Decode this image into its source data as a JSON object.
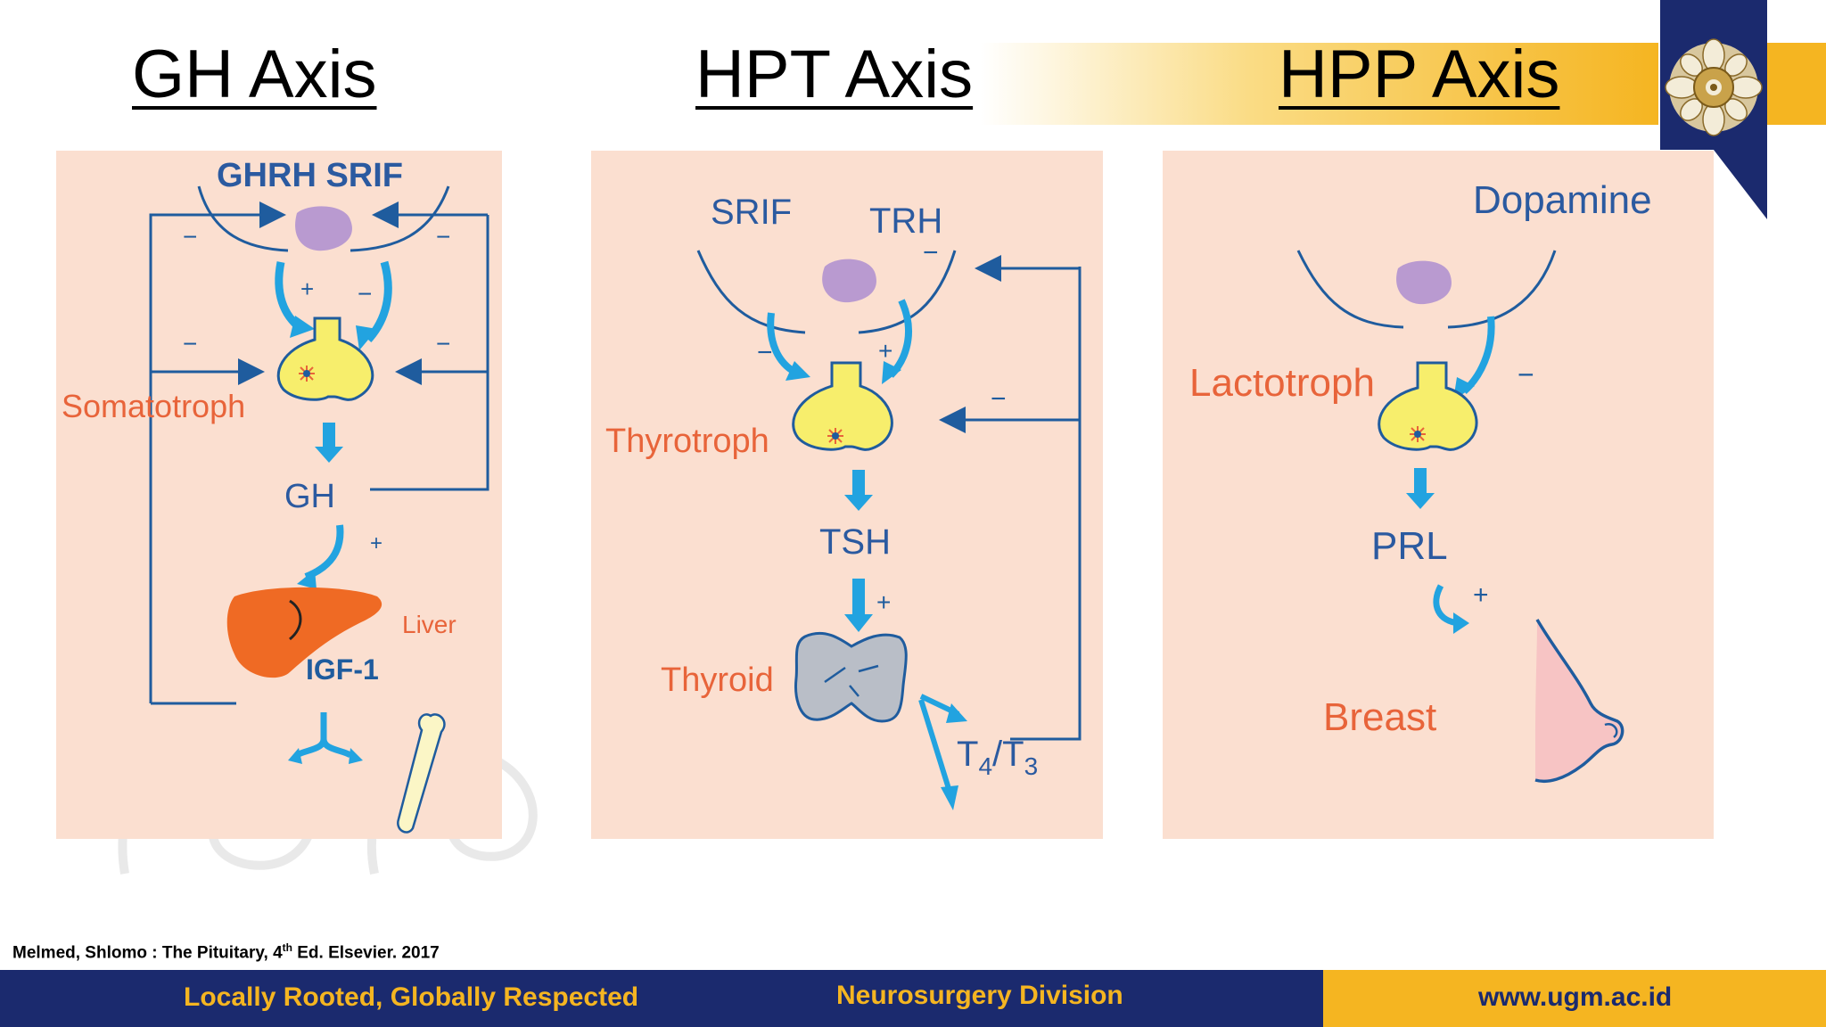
{
  "titles": {
    "gh": "GH Axis",
    "hpt": "HPT Axis",
    "hpp": "HPP Axis"
  },
  "gh_panel": {
    "hormones_top": "GHRH SRIF",
    "cell": "Somatotroph",
    "hormone": "GH",
    "organ": "Liver",
    "factor": "IGF-1",
    "plus": "+",
    "minus": "−"
  },
  "hpt_panel": {
    "inhibitor": "SRIF",
    "releaser": "TRH",
    "cell": "Thyrotroph",
    "hormone": "TSH",
    "organ": "Thyroid",
    "product_base_1": "T",
    "product_sub_1": "4",
    "product_sep": "/T",
    "product_sub_2": "3",
    "plus": "+",
    "minus": "−"
  },
  "hpp_panel": {
    "inhibitor": "Dopamine",
    "cell": "Lactotroph",
    "hormone": "PRL",
    "organ": "Breast",
    "plus": "+",
    "minus": "−"
  },
  "citation": {
    "text": "Melmed, Shlomo : The Pituitary, 4",
    "sup": "th",
    "rest": " Ed. Elsevier. 2017"
  },
  "footer": {
    "slogan": "Locally Rooted, Globally Respected",
    "division": "Neurosurgery Division",
    "website": "www.ugm.ac.id"
  },
  "colors": {
    "panel_bg": "#fbdfd0",
    "navy": "#1b2a6e",
    "gold": "#f5b521",
    "orange_label": "#e8643a",
    "blue_label": "#2b5aa0",
    "arrow_blue": "#22a3e0",
    "line_blue": "#1f5c9e",
    "pituitary_yellow": "#f7ee6c",
    "hypothalamus_purple": "#b99ad0",
    "liver_orange": "#ef6a24",
    "thyroid_gray": "#b9bec7"
  }
}
